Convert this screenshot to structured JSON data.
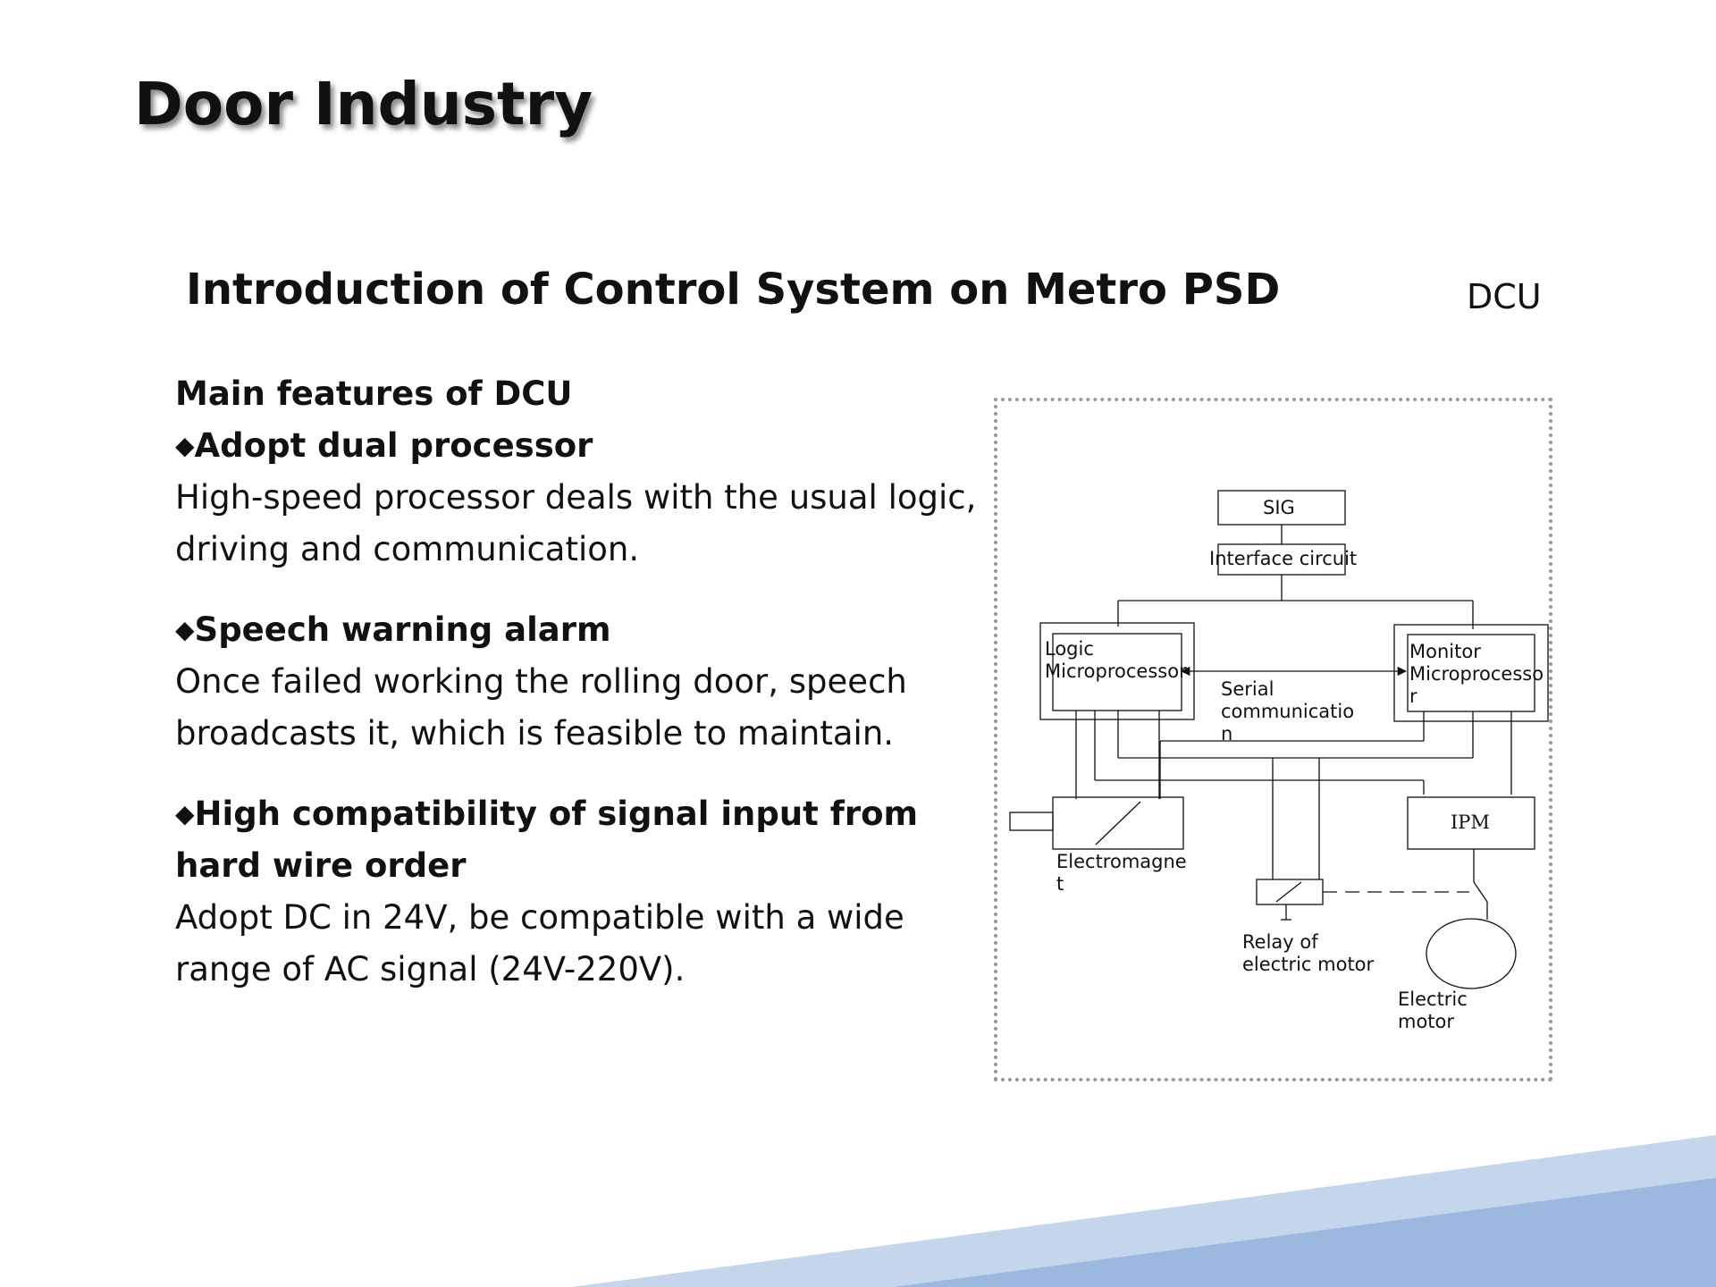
{
  "slide": {
    "title": "Door Industry",
    "subtitle": "Introduction of Control System on Metro PSD",
    "side_label": "DCU"
  },
  "features": {
    "heading": "Main features of DCU",
    "bullet": "◆",
    "items": [
      {
        "title": "Adopt dual processor",
        "body": "High-speed processor deals with the usual logic, driving and communication."
      },
      {
        "title": "Speech warning alarm",
        "body": "Once failed working the rolling door, speech broadcasts it, which is feasible to maintain."
      },
      {
        "title": "High compatibility of signal input from hard wire order",
        "body": "Adopt DC in 24V, be compatible with a wide range of  AC signal (24V-220V)."
      }
    ]
  },
  "diagram": {
    "sig": "SIG",
    "interface": "Interface circuit",
    "logic": "Logic\nMicroprocessor",
    "monitor": "Monitor\nMicroprocesso\nr",
    "serial": "Serial\ncommunicatio\nn",
    "ipm": "IPM",
    "electromagnet": "Electromagne\nt",
    "relay": "Relay of\nelectric motor",
    "motor": "Electric\nmotor"
  },
  "colors": {
    "corner_light": "#c5d6ec",
    "corner_dark": "#9bb9de",
    "diagram_border": "#999999"
  }
}
